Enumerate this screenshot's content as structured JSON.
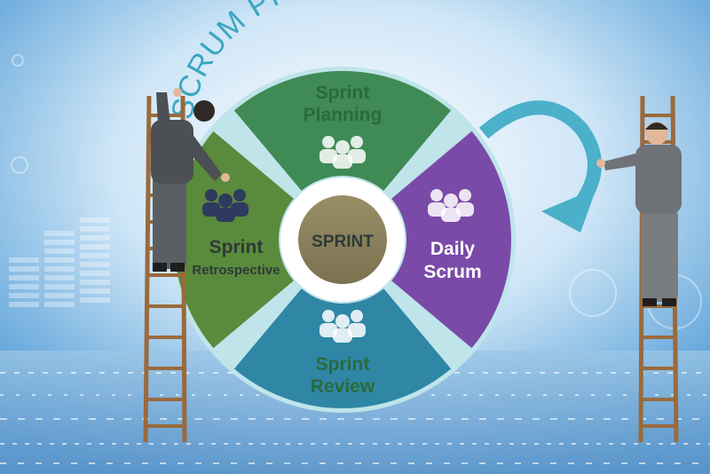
{
  "title": "SCRUM PROCESS",
  "center_label": "SPRINT",
  "segments": {
    "planning": {
      "line1": "Sprint",
      "line2": "Planning",
      "icon": "team-icon"
    },
    "daily": {
      "line1": "Daily",
      "line2": "Scrum",
      "icon": "team-icon"
    },
    "review": {
      "line1": "Sprint",
      "line2": "Review",
      "icon": "team-icon"
    },
    "retrospective": {
      "line1": "Sprint",
      "line2": "Retrospective",
      "icon": "team-icon"
    }
  },
  "colors": {
    "planning": "#3f8a55",
    "daily": "#7a4aa8",
    "review": "#2f86a5",
    "retrospective": "#5a8a3c",
    "center": "#8c7f5a",
    "title": "#3aa6c0",
    "arrow": "#4bb0c9"
  }
}
